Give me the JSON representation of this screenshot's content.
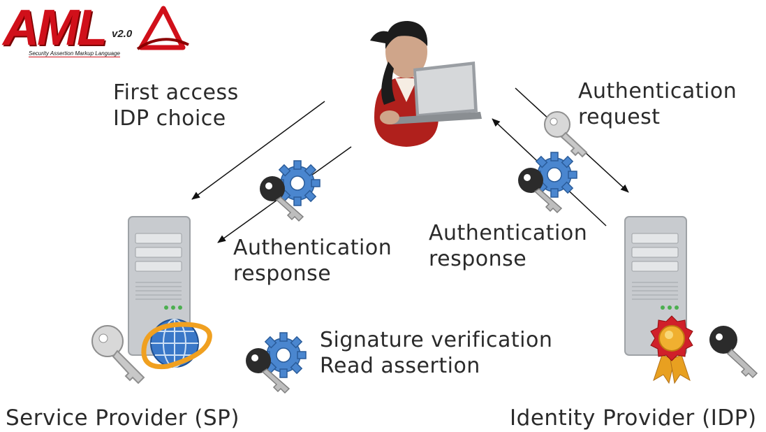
{
  "logo": {
    "main": "AML",
    "version": "v2.0",
    "subtitle": "Security Assertion Markup Language"
  },
  "labels": {
    "first_access": [
      "First access",
      "IDP choice"
    ],
    "auth_request": [
      "Authentication",
      "request"
    ],
    "auth_response_left": [
      "Authentication",
      "response"
    ],
    "auth_response_right": [
      "Authentication",
      "response"
    ],
    "sp_tasks": [
      "Signature verification",
      "Read assertion"
    ]
  },
  "nodes": {
    "sp": "Service Provider (SP)",
    "idp": "Identity Provider (IDP)"
  },
  "icons": [
    "user-icon",
    "server-icon",
    "globe-icon",
    "key-icon",
    "gear-icon",
    "certificate-icon"
  ],
  "colors": {
    "accent": "#d0101a",
    "gear": "#4a86cf",
    "shirt": "#b0201c",
    "medal": "#e8a020"
  }
}
